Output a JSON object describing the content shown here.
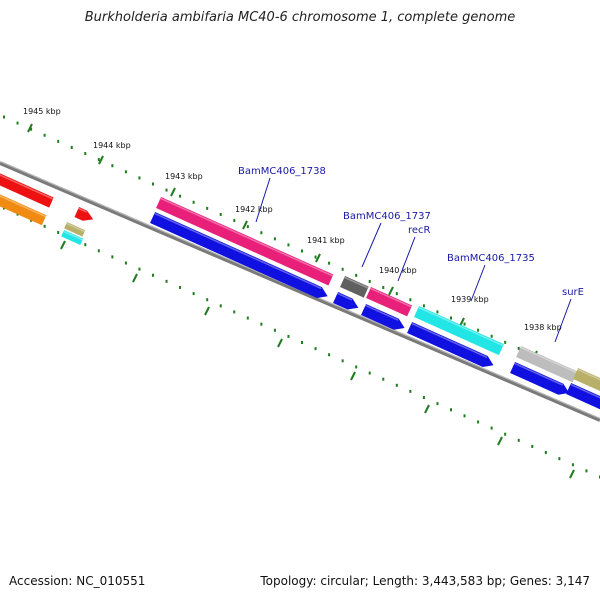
{
  "title": "Burkholderia ambifaria MC40-6 chromosome 1, complete genome",
  "accession_text": "Accession: NC_010551",
  "summary_text": "Topology: circular; Length: 3,443,583 bp; Genes: 3,147",
  "ruler": {
    "tick_labels": [
      "1945 kbp",
      "1944 kbp",
      "1943 kbp",
      "1942 kbp",
      "1941 kbp",
      "1940 kbp",
      "1939 kbp",
      "1938 kbp"
    ],
    "tick_color": "#1e7d1e"
  },
  "gene_labels": [
    "BamMC406_1738",
    "BamMC406_1737",
    "recR",
    "BamMC406_1735",
    "surE"
  ],
  "colors": {
    "backbone": "#7a7a7a",
    "cds_blue": "#1010e0",
    "red": "#ee1111",
    "orange": "#f08a10",
    "magenta": "#e8207a",
    "dark_gray": "#606060",
    "cyan": "#22e6e6",
    "light_gray": "#bdbdbd",
    "khaki": "#b8b068",
    "label_color": "#1a1aa6"
  }
}
